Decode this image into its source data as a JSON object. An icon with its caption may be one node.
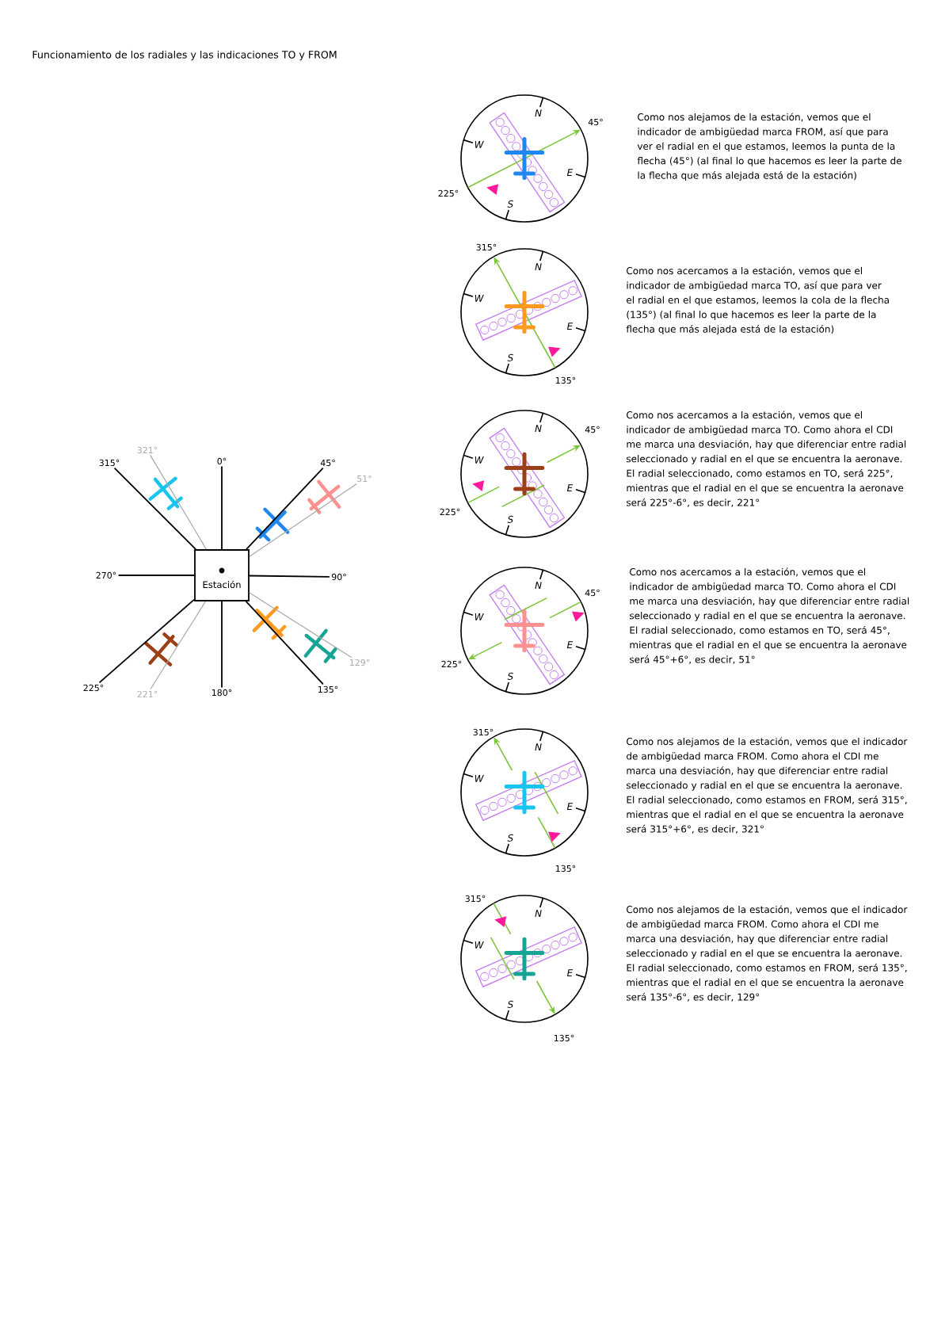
{
  "diagram": {
    "title": "Funcionamiento de los radiales y las indicaciones TO y FROM",
    "nodes": [
      {
        "text": [
          "Estación"
        ]
      },
      {
        "text": [
          "0°"
        ]
      },
      {
        "text": [
          "45°"
        ]
      },
      {
        "text": [
          "90°"
        ]
      },
      {
        "text": [
          "135°"
        ]
      },
      {
        "text": [
          "180°"
        ]
      },
      {
        "text": [
          "225°"
        ]
      },
      {
        "text": [
          "270°"
        ]
      },
      {
        "text": [
          "315°"
        ]
      },
      {
        "text": [
          "321°"
        ]
      },
      {
        "text": [
          "51°"
        ]
      },
      {
        "text": [
          "129°"
        ]
      },
      {
        "text": [
          "221°"
        ]
      }
    ],
    "edges": [
      {
        "from": 0,
        "to": 1,
        "arrow": "none"
      },
      {
        "from": 0,
        "to": 2,
        "arrow": "none"
      },
      {
        "from": 0,
        "to": 3,
        "arrow": "none"
      },
      {
        "from": 0,
        "to": 4,
        "arrow": "none"
      },
      {
        "from": 0,
        "to": 5,
        "arrow": "none"
      },
      {
        "from": 0,
        "to": 6,
        "arrow": "none"
      },
      {
        "from": 0,
        "to": 7,
        "arrow": "none"
      },
      {
        "from": 0,
        "to": 8,
        "arrow": "none"
      },
      {
        "from": 0,
        "to": 9,
        "arrow": "none",
        "color": "#a8a8a8"
      },
      {
        "from": 0,
        "to": 10,
        "arrow": "none",
        "color": "#a8a8a8"
      },
      {
        "from": 0,
        "to": 11,
        "arrow": "none",
        "color": "#a8a8a8"
      },
      {
        "from": 0,
        "to": 12,
        "arrow": "none",
        "color": "#a8a8a8"
      }
    ],
    "labels": [
      "N",
      "W",
      "E",
      "S",
      "45°",
      "225°",
      "Como nos alejamos de la estación, vemos que el indicador de ambigüedad marca FROM, así que para ver el radial en el que estamos, leemos la punta de la flecha (45°) (al final lo que hacemos es leer la parte de la flecha que más alejada está de la estación)",
      "N",
      "W",
      "E",
      "S",
      "315°",
      "135°",
      "Como nos acercamos a la estación, vemos que el indicador de ambigüedad marca TO, así que para ver el radial en el que estamos, leemos la cola de la flecha (135°) (al final lo que hacemos es leer la parte de la flecha que más alejada está de la estación)",
      "N",
      "W",
      "E",
      "S",
      "45°",
      "225°",
      "Como nos acercamos a la estación, vemos que el indicador de ambigüedad marca TO. Como ahora el CDI me marca una desviación, hay que diferenciar entre radial seleccionado y radial en el que se encuentra la aeronave. El radial seleccionado, como estamos en TO, será 225°, mientras que el radial en el que se encuentra la aeronave será 225°-6°, es decir, 221°",
      "N",
      "W",
      "E",
      "S",
      "45°",
      "225°",
      "Como nos acercamos a la estación, vemos que el indicador de ambigüedad marca TO. Como ahora el CDI me marca una desviación, hay que diferenciar entre radial seleccionado y radial en el que se encuentra la aeronave. El radial seleccionado, como estamos en TO, será 45°, mientras que el radial en el que se encuentra la aeronave será 45°+6°, es decir, 51°",
      "N",
      "W",
      "E",
      "S",
      "315°",
      "135°",
      "Como nos alejamos de la estación, vemos que el indicador de ambigüedad marca FROM. Como ahora el CDI me marca una desviación, hay que diferenciar entre radial seleccionado y radial en el que se encuentra la aeronave. El radial seleccionado, como estamos en FROM, será 315°, mientras que el radial en el que se encuentra la aeronave será 315°+6°, es decir, 321°",
      "N",
      "W",
      "E",
      "S",
      "315°",
      "135°",
      "Como nos alejamos de la estación, vemos que el indicador de ambigüedad marca FROM. Como ahora el CDI me marca una desviación, hay que diferenciar entre radial seleccionado y radial en el que se encuentra la aeronave. El radial seleccionado, como estamos en FROM, será 135°, mientras que el radial en el que se encuentra la aeronave será 135°-6°, es decir, 129°"
    ]
  }
}
